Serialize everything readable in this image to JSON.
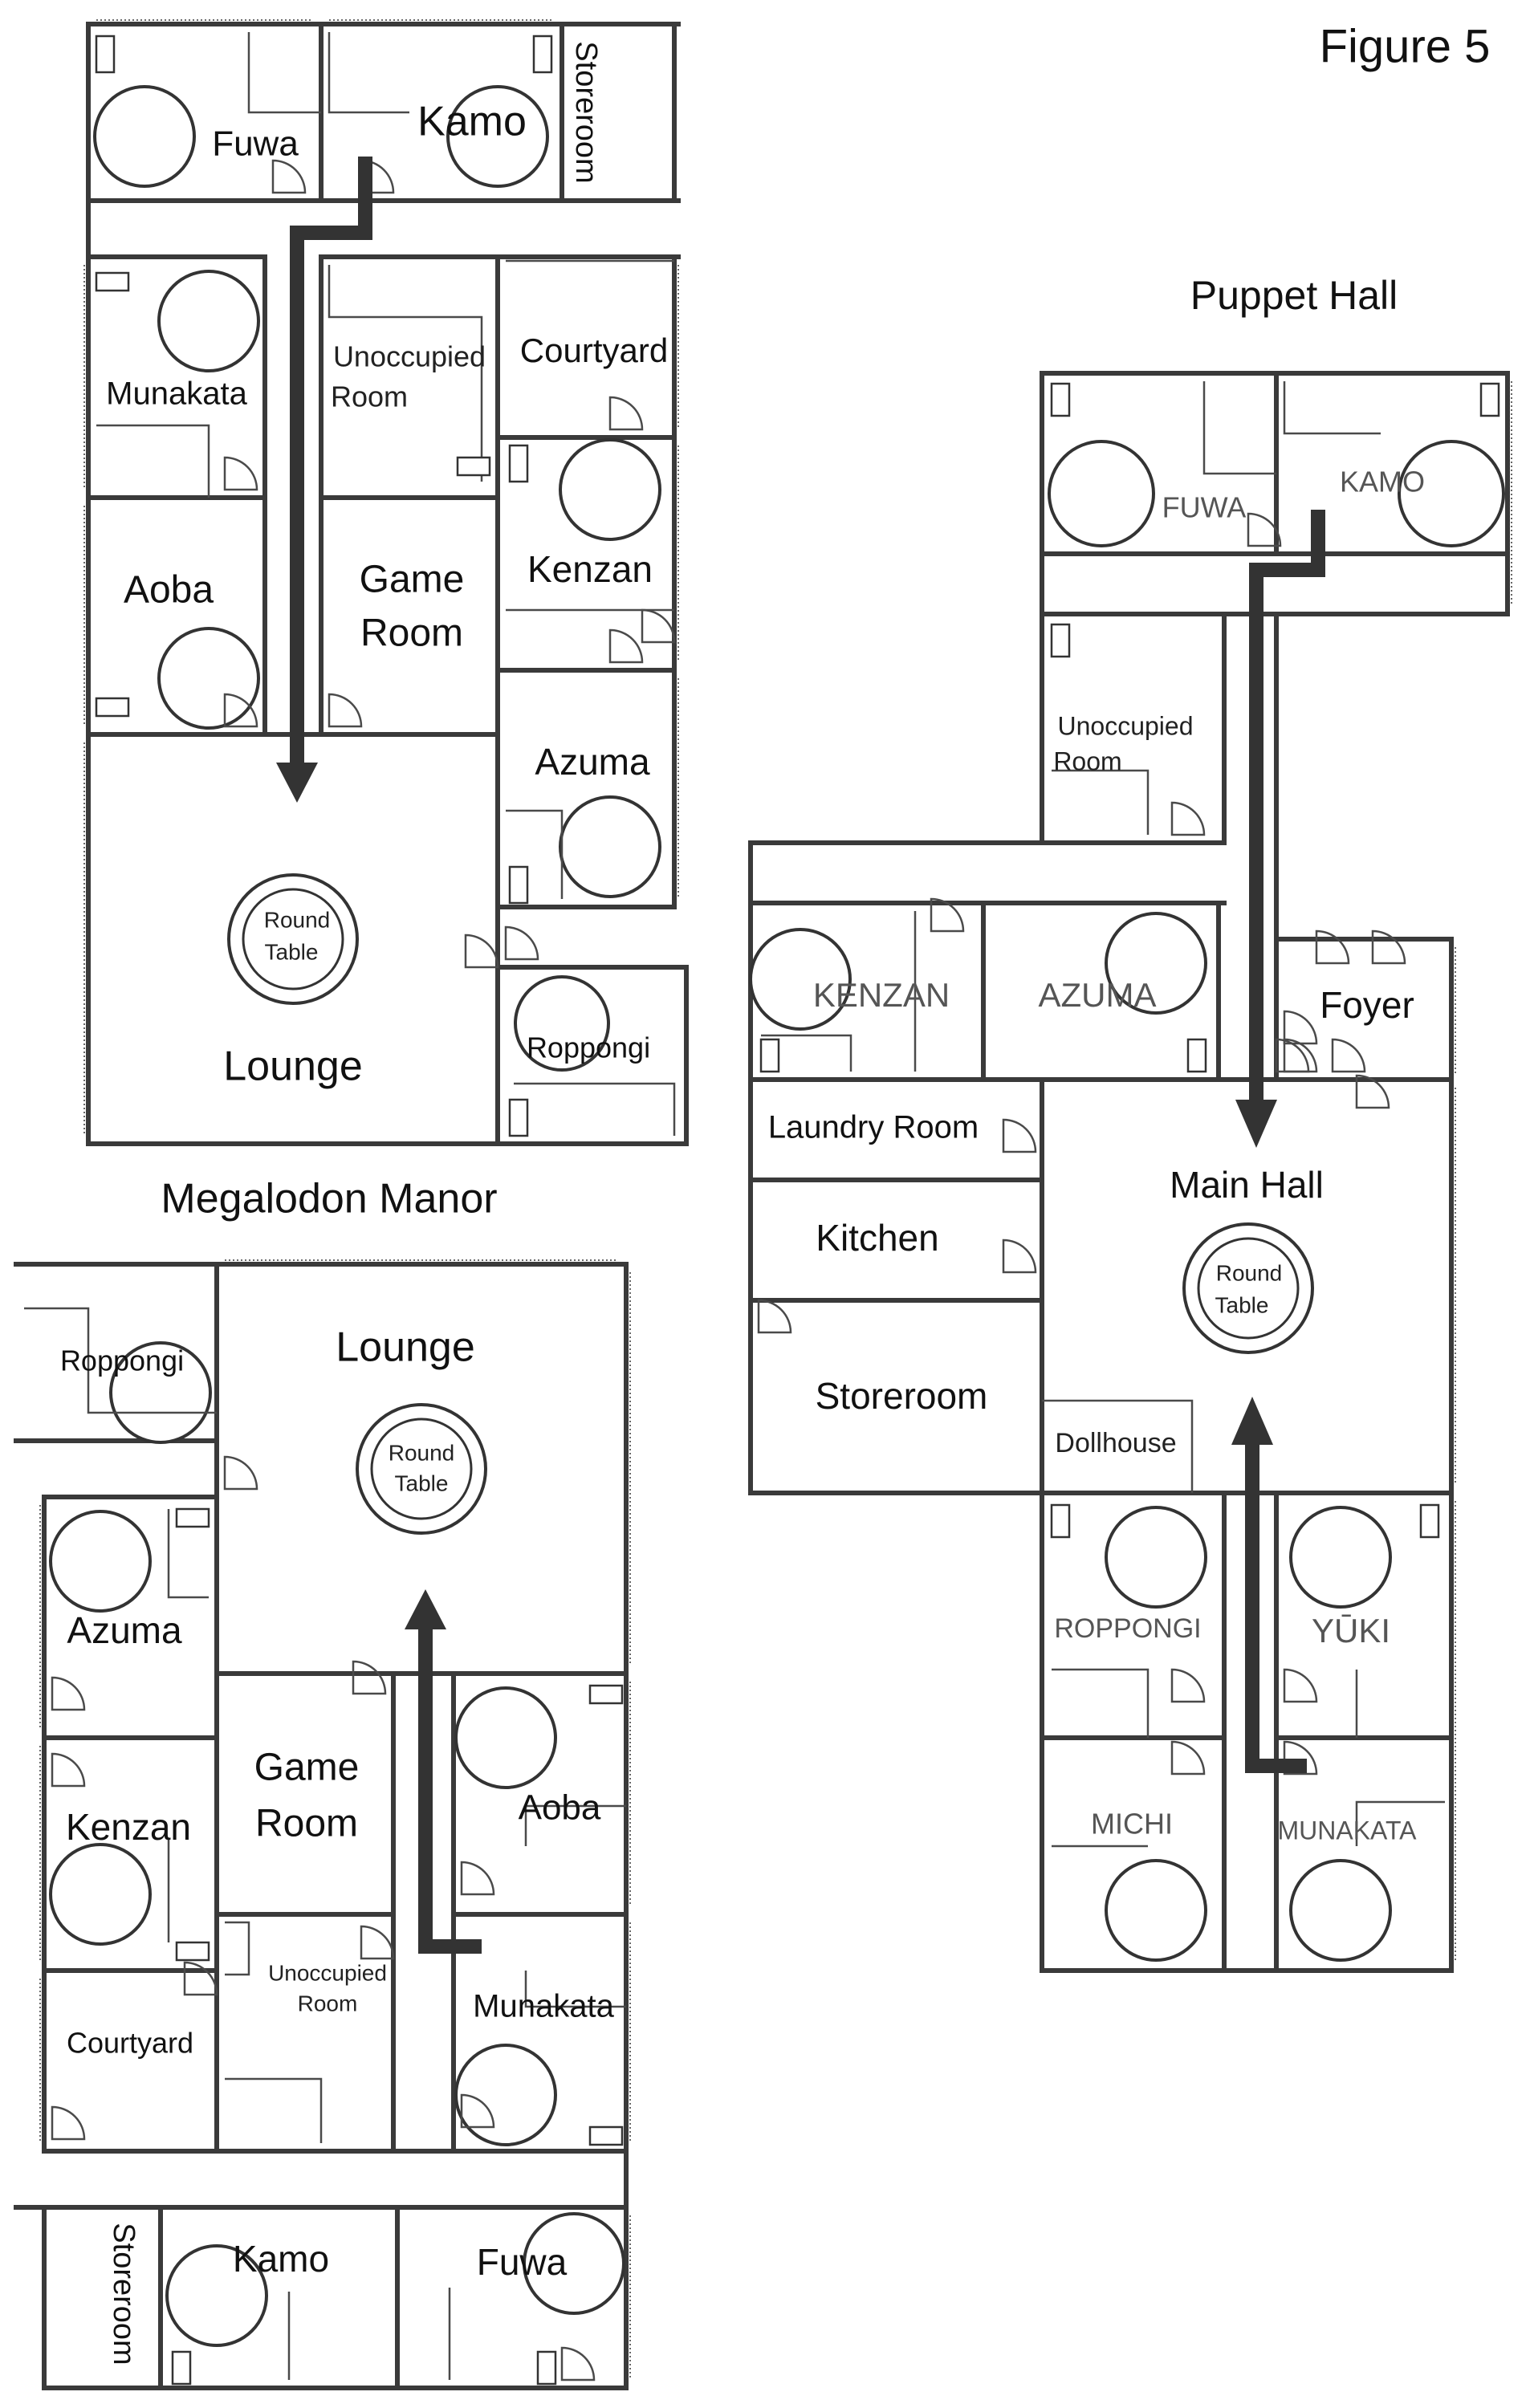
{
  "figure_label": "Figure 5",
  "top_plan": {
    "rooms": {
      "fuwa": "Fuwa",
      "kamo": "Kamo",
      "storeroom": "Storeroom",
      "munakata": "Munakata",
      "unoccupied_1": "Unoccupied",
      "unoccupied_2": "Room",
      "courtyard": "Courtyard",
      "aoba": "Aoba",
      "game_1": "Game",
      "game_2": "Room",
      "kenzan": "Kenzan",
      "azuma": "Azuma",
      "lounge": "Lounge",
      "roppongi": "Roppongi",
      "round_1": "Round",
      "round_2": "Table"
    }
  },
  "megalodon": {
    "title": "Megalodon Manor",
    "rooms": {
      "roppongi": "Roppongi",
      "lounge": "Lounge",
      "round_1": "Round",
      "round_2": "Table",
      "azuma": "Azuma",
      "game_1": "Game",
      "game_2": "Room",
      "aoba": "Aoba",
      "kenzan": "Kenzan",
      "unoccupied_1": "Unoccupied",
      "unoccupied_2": "Room",
      "courtyard": "Courtyard",
      "munakata": "Munakata",
      "storeroom": "Storeroom",
      "kamo": "Kamo",
      "fuwa": "Fuwa"
    }
  },
  "puppet": {
    "title": "Puppet Hall",
    "rooms": {
      "fuwa": "FUWA",
      "kamo": "KAMO",
      "unoccupied_1": "Unoccupied",
      "unoccupied_2": "Room",
      "kenzan": "KENZAN",
      "azuma": "AZUMA",
      "foyer": "Foyer",
      "laundry": "Laundry Room",
      "main_hall": "Main Hall",
      "kitchen": "Kitchen",
      "round_1": "Round",
      "round_2": "Table",
      "storeroom": "Storeroom",
      "dollhouse": "Dollhouse",
      "roppongi": "ROPPONGI",
      "yuki": "YŪKI",
      "michi": "MICHI",
      "munakata": "MUNAKATA"
    }
  }
}
